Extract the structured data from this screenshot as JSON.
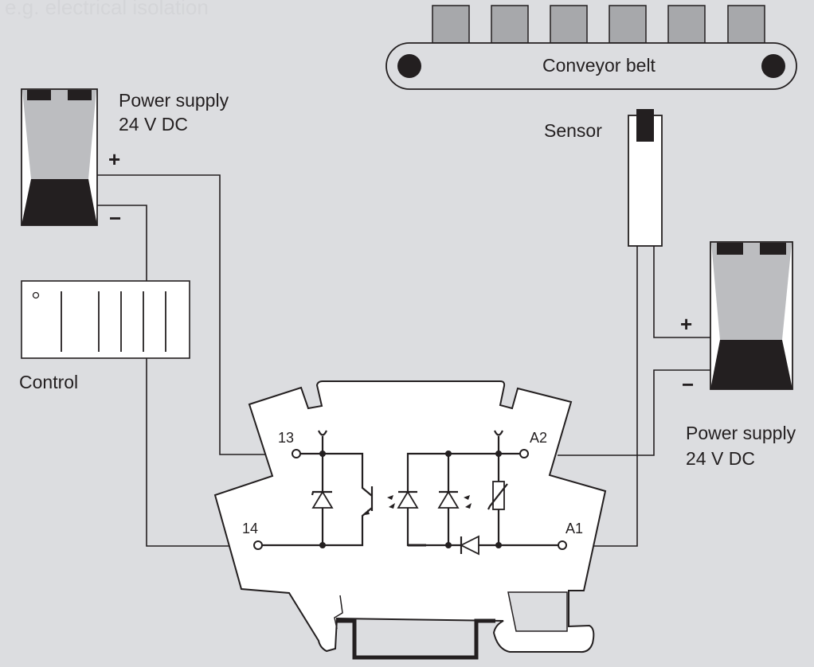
{
  "header": {
    "caption": "e.g. electrical isolation"
  },
  "conveyor": {
    "label": "Conveyor belt"
  },
  "sensor": {
    "label": "Sensor"
  },
  "control": {
    "label": "Control"
  },
  "power_supply_left": {
    "title": "Power supply",
    "rating": "24 V DC",
    "plus": "+",
    "minus": "−"
  },
  "power_supply_right": {
    "title": "Power supply",
    "rating": "24 V DC",
    "plus": "+",
    "minus": "−"
  },
  "relay": {
    "terminals": {
      "t13": "13",
      "t14": "14",
      "a1": "A1",
      "a2": "A2"
    }
  },
  "colors": {
    "background": "#dcdde0",
    "line": "#231f20",
    "gray_fill": "#a7a8ab",
    "light_gray": "#bcbdc0"
  }
}
